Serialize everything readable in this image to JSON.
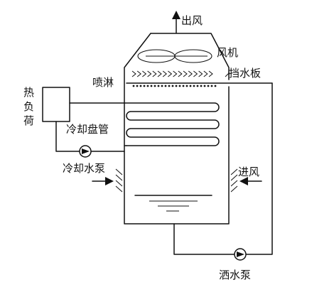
{
  "labels": {
    "air_out": "出风",
    "fan": "风机",
    "spray": "喷淋",
    "drift_eliminator": "挡水板",
    "heat_load": "热负荷",
    "cooling_coil": "冷却盘管",
    "cooling_water_pump": "冷却水泵",
    "air_in": "进风",
    "spray_pump": "洒水泵"
  }
}
